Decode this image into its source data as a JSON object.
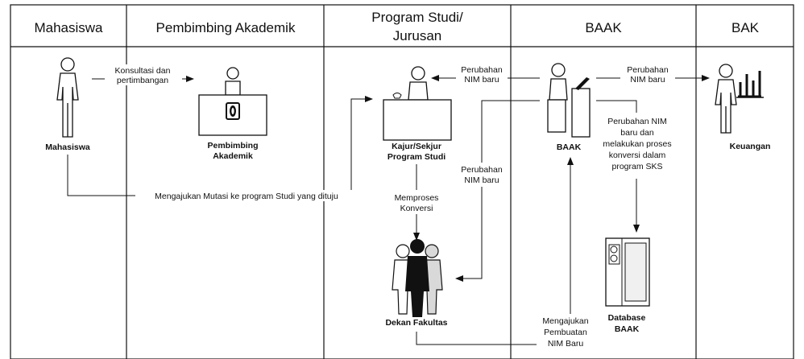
{
  "lanes": [
    {
      "title": "Mahasiswa"
    },
    {
      "title": "Pembimbing Akademik"
    },
    {
      "title_line1": "Program Studi/",
      "title_line2": "Jurusan"
    },
    {
      "title": "BAAK"
    },
    {
      "title": "BAK"
    }
  ],
  "actors": {
    "mahasiswa": "Mahasiswa",
    "pa_line1": "Pembimbing",
    "pa_line2": "Akademik",
    "kajur_line1": "Kajur/Sekjur",
    "kajur_line2": "Program Studi",
    "dekan": "Dekan Fakultas",
    "baak": "BAAK",
    "db_line1": "Database",
    "db_line2": "BAAK",
    "keuangan": "Keuangan"
  },
  "flows": {
    "konsultasi_1": "Konsultasi dan",
    "konsultasi_2": "pertimbangan",
    "mengajukan_mutasi": "Mengajukan Mutasi ke program Studi yang dituju",
    "perubahan_kajur_1": "Perubahan",
    "perubahan_kajur_2": "NIM baru",
    "perubahan_bak_1": "Perubahan",
    "perubahan_bak_2": "NIM baru",
    "perubahan_dekan_1": "Perubahan",
    "perubahan_dekan_2": "NIM baru",
    "memproses_1": "Memproses",
    "memproses_2": "Konversi",
    "proses_sks": [
      "Perubahan NIM",
      "baru dan",
      "melakukan proses",
      "konversi dalam",
      "program SKS"
    ],
    "mengajukan_nim": [
      "Mengajukan",
      "Pembuatan",
      "NIM Baru"
    ]
  }
}
